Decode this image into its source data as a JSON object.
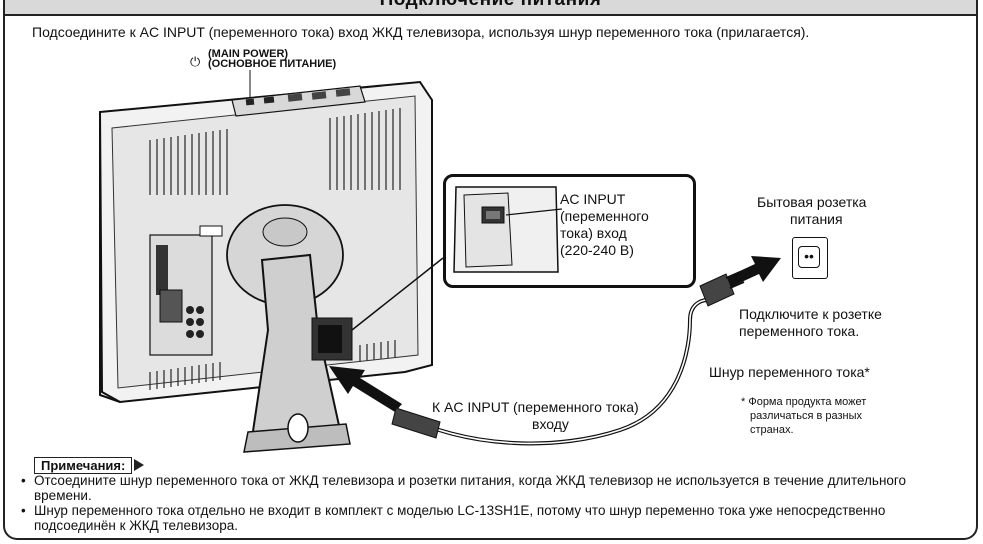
{
  "title": "Подключение питания",
  "intro": "Подсоедините к AC INPUT (переменного тока) вход ЖКД телевизора, используя шнур переменного тока (прилагается).",
  "main_power": {
    "label_en": "(MAIN POWER)",
    "label_ru": "(ОСНОВНОЕ ПИТАНИЕ)",
    "icon": "power-icon"
  },
  "ac_input": {
    "line1": "AC INPUT",
    "line2": "(переменного",
    "line3": "тока) вход",
    "line4": "(220-240 В)"
  },
  "outlet": {
    "label1": "Бытовая розетка",
    "label2": "питания"
  },
  "plug_in": {
    "line1": "Подключите к розетке",
    "line2": "переменного тока."
  },
  "cord_label": "Шнур переменного тока*",
  "footnote": {
    "line1": "* Форма продукта может",
    "line2": "различаться в разных",
    "line3": "странах."
  },
  "to_ac_input": {
    "line1": "К AC INPUT (переменного тока)",
    "line2": "входу"
  },
  "notes": {
    "tag": "Примечания:",
    "items": [
      "Отсоедините шнур переменного тока от ЖКД телевизора и розетки питания, когда ЖКД телевизор не используется в течение длительного времени.",
      "Шнур переменного тока отдельно не входит в комплект с моделью LC-13SH1E, потому что шнур переменно тока уже непосредственно подсоединён к ЖКД телевизора."
    ]
  }
}
